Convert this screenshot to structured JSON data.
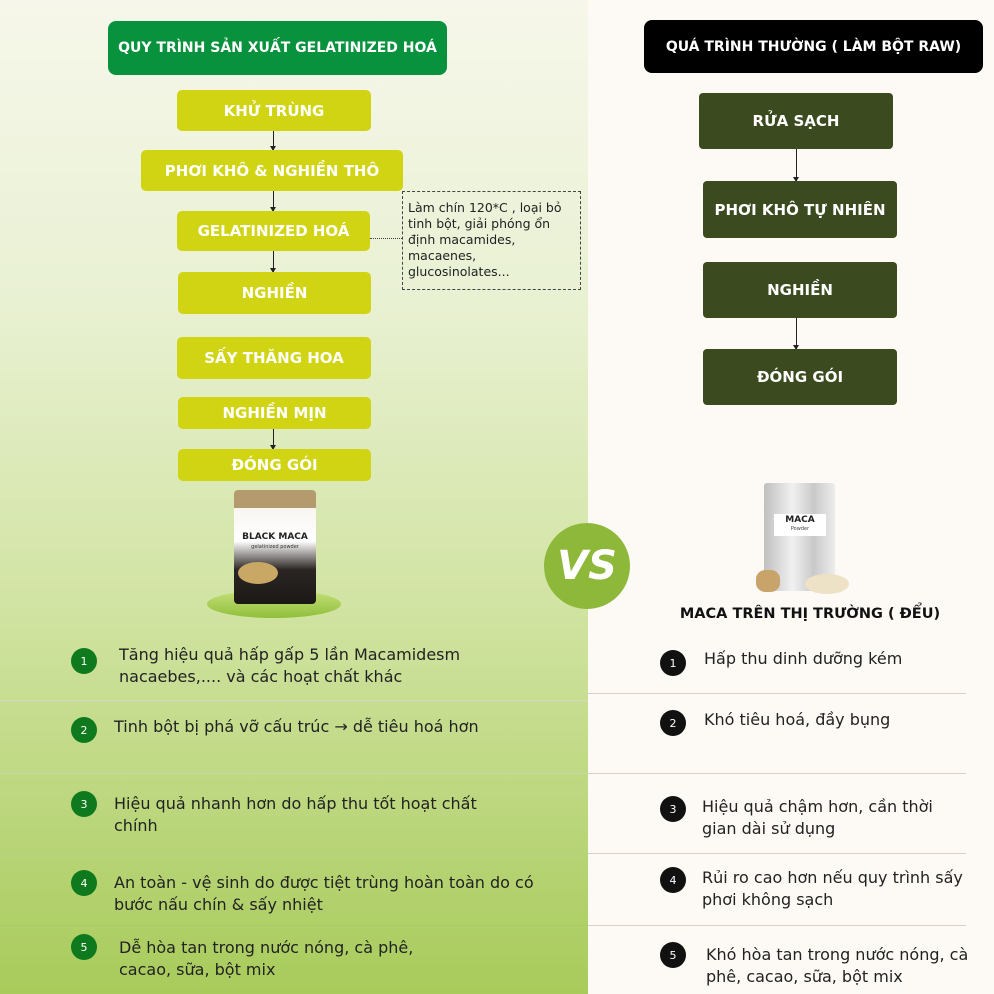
{
  "left": {
    "title": "QUY TRÌNH SẢN XUẤT GELATINIZED HOÁ",
    "steps": [
      "KHỬ TRÙNG",
      "PHƠI KHÔ & NGHIỀN THÔ",
      "GELATINIZED HOÁ",
      "NGHIỀN",
      "SẤY THĂNG HOA",
      "NGHIỀN MỊN",
      "ĐÓNG GÓI"
    ],
    "note": "Làm chín 120*C , loại bỏ tinh bột, giải phóng ổn định macamides, macaenes, glucosinolates...",
    "product": {
      "name": "BLACK MACA",
      "sub": "gelatinized powder"
    },
    "benefits": [
      {
        "n": "1",
        "text": "Tăng hiệu quả hấp gấp 5 lần  Macamidesm nacaebes,.... và các hoạt chất khác"
      },
      {
        "n": "2",
        "text": "Tinh bột bị phá vỡ cấu trúc → dễ tiêu hoá hơn"
      },
      {
        "n": "3",
        "text": "Hiệu quả nhanh hơn do hấp thu tốt hoạt chất chính"
      },
      {
        "n": "4",
        "text": "An toàn - vệ sinh do được tiệt trùng hoàn toàn do có bước nấu chín & sấy nhiệt"
      },
      {
        "n": "5",
        "text": "Dễ hòa tan trong nước nóng, cà phê, cacao, sữa, bột mix"
      }
    ]
  },
  "vs": "VS",
  "right": {
    "title": "QUÁ TRÌNH THƯỜNG ( LÀM BỘT RAW)",
    "steps": [
      "RỬA SẠCH",
      "PHƠI KHÔ TỰ NHIÊN",
      "NGHIỀN",
      "ĐÓNG GÓI"
    ],
    "product": {
      "name": "MACA",
      "sub": "Powder"
    },
    "caption": "MACA TRÊN THỊ TRƯỜNG ( ĐỂU)",
    "drawbacks": [
      {
        "n": "1",
        "text": "Hấp thu dinh dưỡng kém"
      },
      {
        "n": "2",
        "text": "Khó tiêu hoá, đầy bụng"
      },
      {
        "n": "3",
        "text": "Hiệu quả chậm hơn, cần thời gian dài sử dụng"
      },
      {
        "n": "4",
        "text": "Rủi ro cao hơn nếu quy trình sấy phơi không sạch"
      },
      {
        "n": "5",
        "text": "Khó hòa tan trong nước nóng, cà phê, cacao, sữa, bột mix"
      }
    ]
  },
  "colors": {
    "green_header": "#08923e",
    "step_lime": "#d1d412",
    "step_olive": "#3c4a1f",
    "vs_green": "#8db83a"
  }
}
